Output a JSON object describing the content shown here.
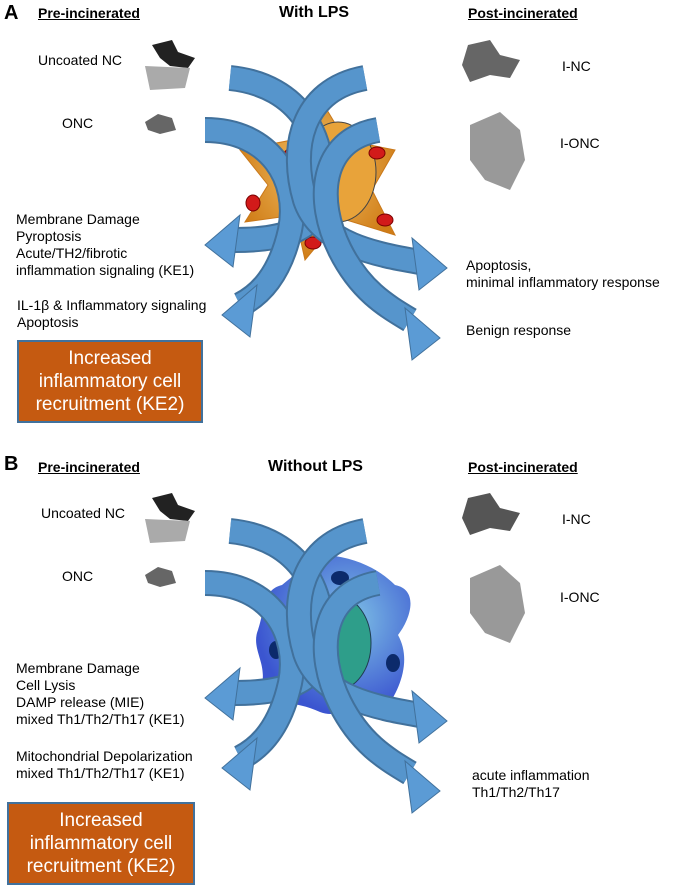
{
  "panels": [
    {
      "label": "A",
      "title": "With LPS",
      "pre_header": "Pre-incinerated",
      "post_header": "Post-incinerated",
      "pre_particles": [
        "Uncoated NC",
        "ONC"
      ],
      "post_particles": [
        "I-NC",
        "I-ONC"
      ],
      "left_outcomes": [
        [
          "Membrane Damage",
          "Pyroptosis",
          "Acute/TH2/fibrotic",
          "inflammation signaling (KE1)"
        ],
        [
          "IL-1β & Inflammatory signaling",
          "Apoptosis"
        ]
      ],
      "right_outcomes": [
        [
          "Apoptosis,",
          "minimal inflammatory response"
        ],
        [
          "Benign response"
        ]
      ],
      "box": [
        "Increased",
        "inflammatory cell",
        "recruitment (KE2)"
      ],
      "cell_color": "#e39a2e"
    },
    {
      "label": "B",
      "title": "Without LPS",
      "pre_header": "Pre-incinerated",
      "post_header": "Post-incinerated",
      "pre_particles": [
        "Uncoated NC",
        "ONC"
      ],
      "post_particles": [
        "I-NC",
        "I-ONC"
      ],
      "left_outcomes": [
        [
          "Membrane Damage",
          "Cell Lysis",
          "DAMP release (MIE)",
          "mixed Th1/Th2/Th17 (KE1)"
        ],
        [
          "Mitochondrial Depolarization",
          "mixed Th1/Th2/Th17 (KE1)"
        ]
      ],
      "right_outcomes": [
        [
          "acute inflammation",
          "Th1/Th2/Th17"
        ]
      ],
      "box": [
        "Increased",
        "inflammatory cell",
        "recruitment (KE2)"
      ],
      "cell_color": "#4a6fd8"
    }
  ],
  "colors": {
    "arrow": "#5b9bd5",
    "arrow_dark": "#41719c",
    "box": "#c55a11",
    "nucleus_a": "#e8a33a",
    "nucleus_b": "#2e9e8a"
  }
}
